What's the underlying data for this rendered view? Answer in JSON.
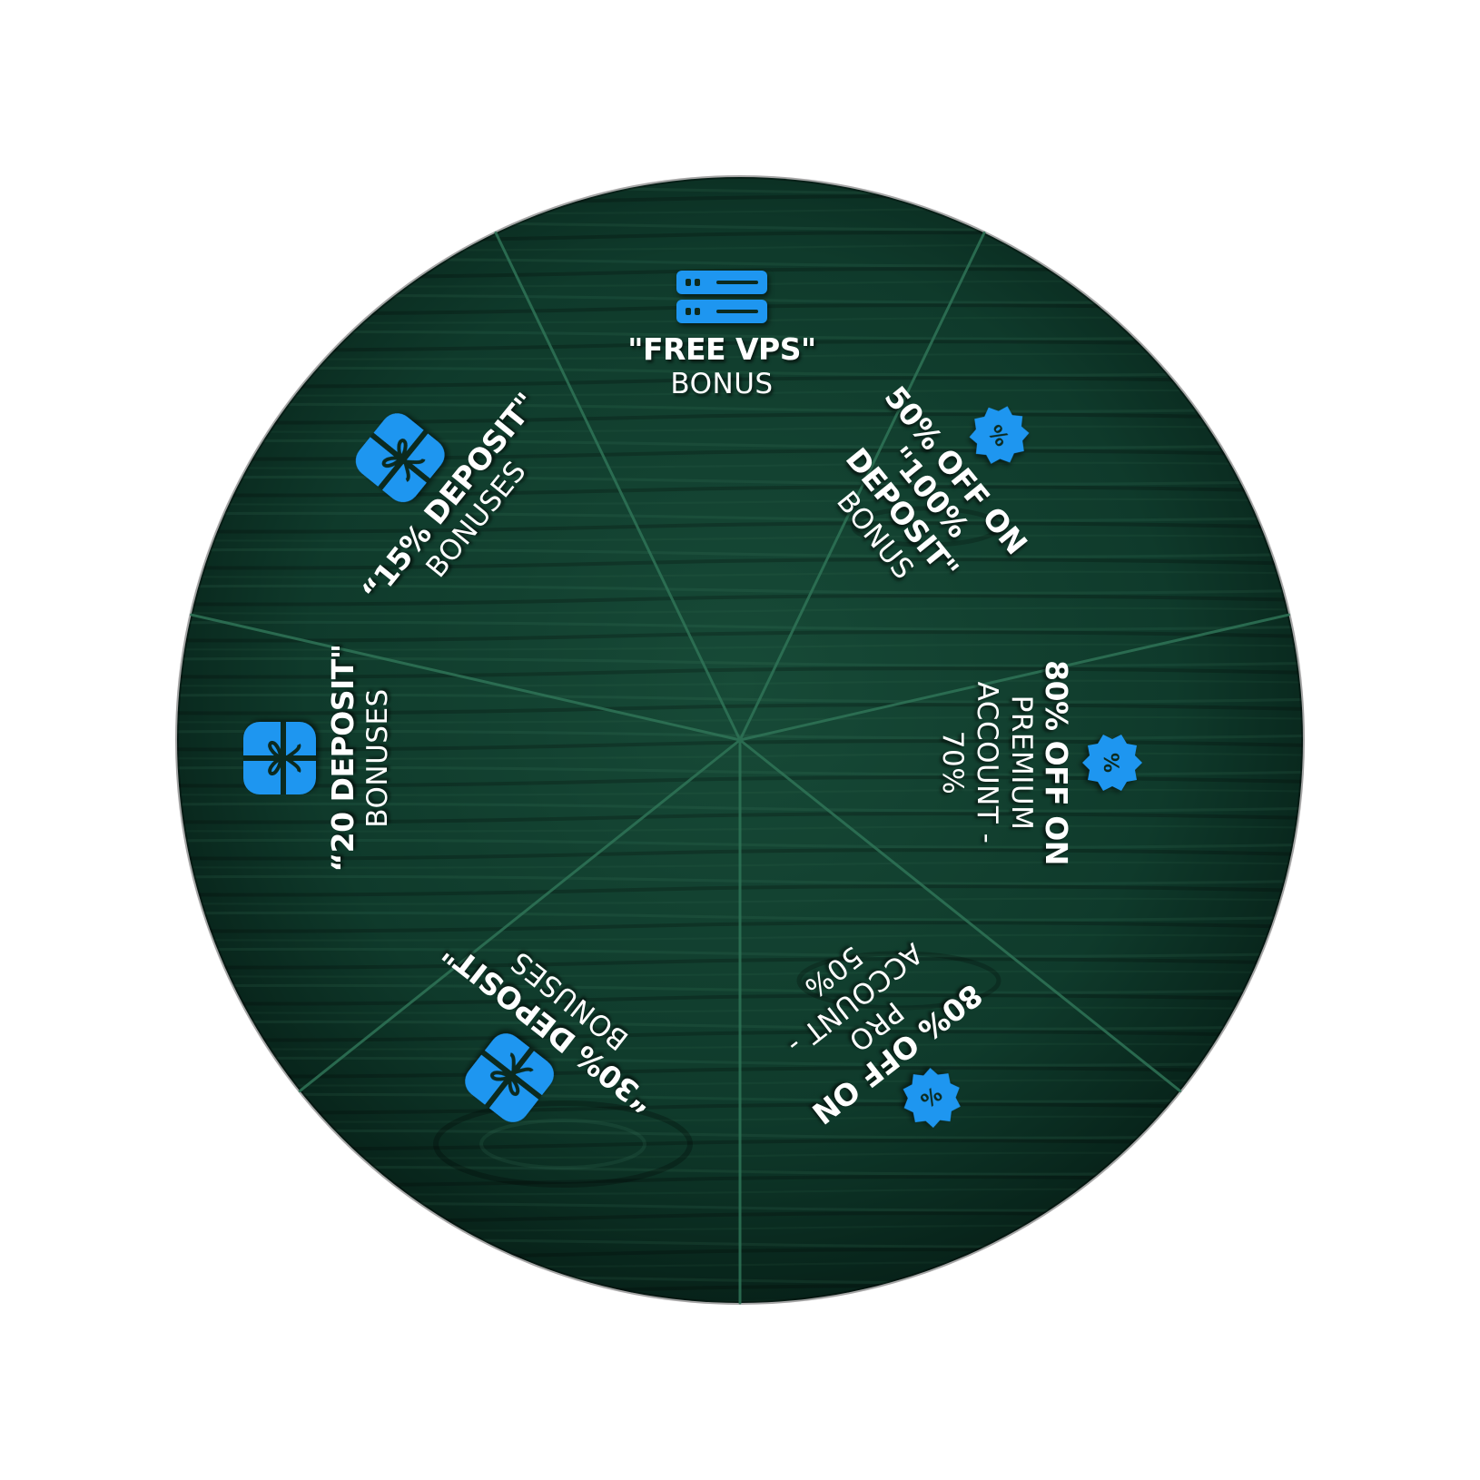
{
  "wheel": {
    "colors": {
      "wood_dark": "#0b2a1f",
      "wood_mid": "#123d2d",
      "divider": "#2c6b52",
      "icon_blue": "#1e96f0",
      "text": "#ffffff"
    },
    "segments": [
      {
        "id": "free-vps",
        "icon": "server-icon",
        "title": "\"FREE VPS\"",
        "sub": "BONUS"
      },
      {
        "id": "50-off-100-deposit",
        "icon": "discount-badge-icon",
        "title": "50% OFF ON \"100% DEPOSIT\"",
        "sub": "BONUS"
      },
      {
        "id": "80-off-premium",
        "icon": "discount-badge-icon",
        "title": "80% OFF ON",
        "sub": "PREMIUM ACCOUNT - 70%"
      },
      {
        "id": "80-off-pro",
        "icon": "discount-badge-icon",
        "title": "80% OFF ON",
        "sub": "PRO ACCOUNT - 50%"
      },
      {
        "id": "30-deposit",
        "icon": "gift-icon",
        "title": "“30% DEPOSIT\"",
        "sub": "BONUSES"
      },
      {
        "id": "20-deposit",
        "icon": "gift-icon",
        "title": "“20 DEPOSIT\"",
        "sub": "BONUSES"
      },
      {
        "id": "15-deposit",
        "icon": "gift-icon",
        "title": "“15% DEPOSIT\"",
        "sub": "BONUSES"
      }
    ]
  }
}
